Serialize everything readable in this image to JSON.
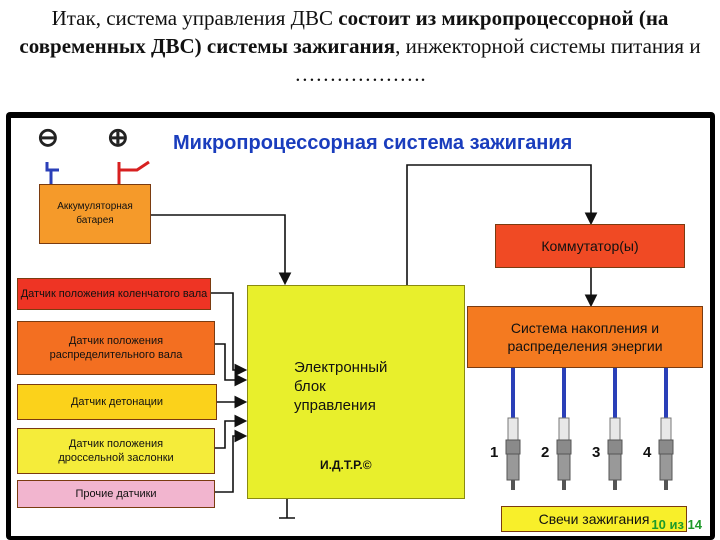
{
  "caption": {
    "part1": "Итак, система управления ДВС ",
    "part2_bold": "состоит из микропроцессорной (на современных ДВС) системы зажигания",
    "part3": ", инжекторной системы питания и ………………."
  },
  "diagram": {
    "title": "Микропроцессорная система зажигания",
    "battery_minus": "⊖",
    "battery_plus": "⊕",
    "battery_label": "Аккумуляторная батарея",
    "sensors": [
      {
        "label": "Датчик положения коленчатого вала",
        "color": "#ee3424"
      },
      {
        "label": "Датчик положения распределительного вала",
        "color": "#f36f21"
      },
      {
        "label": "Датчик детонации",
        "color": "#fbd21b"
      },
      {
        "label": "Датчик положения дроссельной заслонки",
        "color": "#f5ec3a"
      },
      {
        "label": "Прочие датчики",
        "color": "#f2b5cf"
      }
    ],
    "ecu_label": "Электронный блок управления",
    "ecu_mark": "И.Д.Т.Р.©",
    "commutator_label": "Коммутатор(ы)",
    "distribution_label": "Системa накопления и распределения энергии",
    "plug_numbers": [
      "1",
      "2",
      "3",
      "4"
    ],
    "spark_plugs_label": "Свечи зажигания",
    "page_counter": "10 из 14"
  },
  "colors": {
    "title_blue": "#1a3dbd",
    "battery_orange": "#f59a2a",
    "ecu_yellow": "#e8ef2c",
    "commutator_red": "#f04a24",
    "distribution_orange": "#f47a20",
    "plugs_box_yellow": "#f8ef2a",
    "wire_blue": "#2a3fb8",
    "wire_red": "#d72020"
  }
}
